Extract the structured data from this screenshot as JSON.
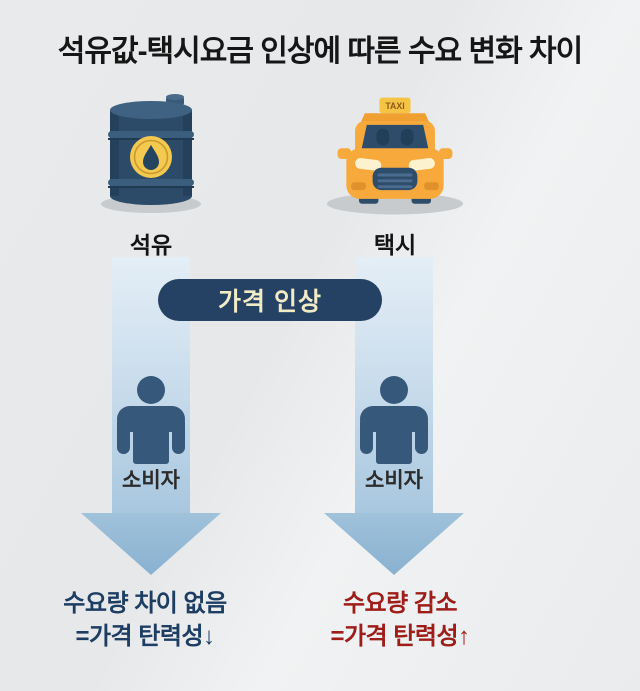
{
  "title": "석유값-택시요금 인상에 따른 수요 변화 차이",
  "banner": {
    "label": "가격 인상",
    "bg": "#254264",
    "text_color": "#f1ecc6"
  },
  "columns": {
    "left": {
      "icon": "oil-barrel",
      "label": "석유",
      "consumer_label": "소비자",
      "result_line1": "수요량 차이 없음",
      "result_line2": "=가격 탄력성↓",
      "result_color": "#1d3d63"
    },
    "right": {
      "icon": "taxi",
      "label": "택시",
      "sign_text": "TAXI",
      "consumer_label": "소비자",
      "result_line1": "수요량 감소",
      "result_line2": "=가격 탄력성↑",
      "result_color": "#9e1d18"
    }
  },
  "colors": {
    "background": "#e8eaeb",
    "arrow_shaft_top": "#e4eef6",
    "arrow_shaft_bottom": "#a8c7df",
    "arrow_head": "#93bad8",
    "person": "#35587b",
    "barrel_body": "#2c4b69",
    "barrel_badge": "#f3c94f",
    "taxi_body": "#f7a93c",
    "shadow": "#c8cbce"
  }
}
